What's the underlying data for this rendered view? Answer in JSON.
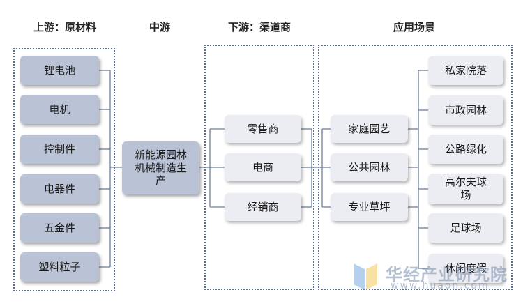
{
  "headers": {
    "upstream": "上游：原材料",
    "midstream": "中游",
    "downstream": "下游：渠道商",
    "applications": "应用场景"
  },
  "upstream": [
    "锂电池",
    "电机",
    "控制件",
    "电器件",
    "五金件",
    "塑料粒子"
  ],
  "midstream": "新能源园林机械制造生产",
  "channels": [
    "零售商",
    "电商",
    "经销商"
  ],
  "segments": [
    "家庭园艺",
    "公共园林",
    "专业草坪"
  ],
  "scenarios": [
    "私家院落",
    "市政园林",
    "公路绿化",
    "高尔夫球场",
    "足球场",
    "休闲度假"
  ],
  "watermark": {
    "name": "华经产业研究院",
    "url": "www.huaon.com"
  },
  "colors": {
    "dark_box": "#b9c3d5",
    "light_box": "#ecedf2",
    "line": "#6d7f9c"
  }
}
